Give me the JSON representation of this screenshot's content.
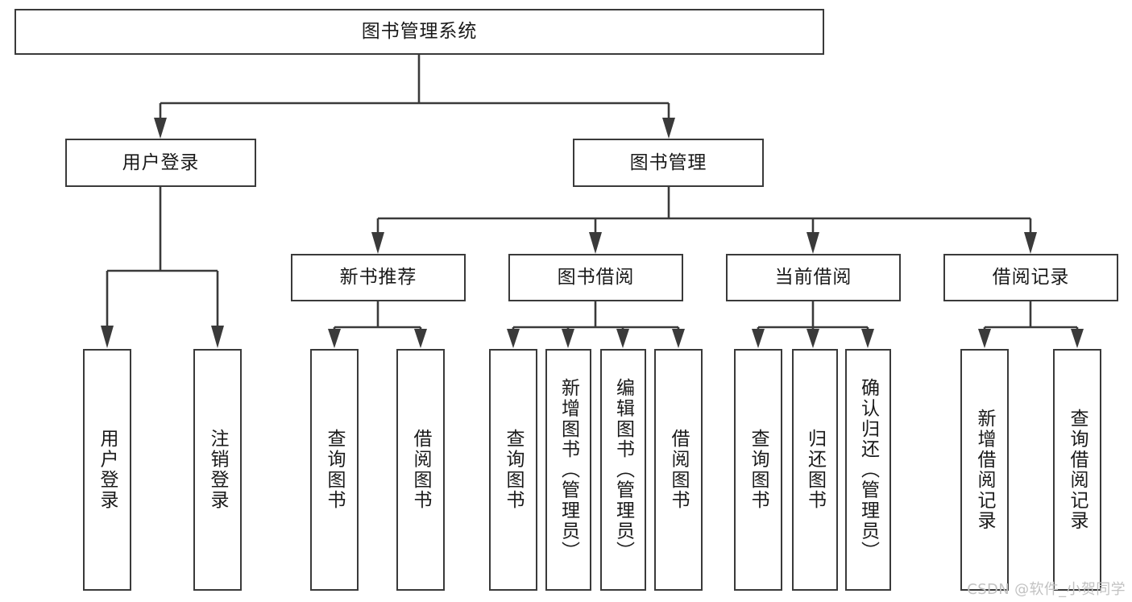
{
  "diagram": {
    "type": "tree-hierarchy",
    "title": "图书管理系统",
    "orientation": "top-down",
    "watermark": "CSDN @软件_小贺同学",
    "colors": {
      "box_border": "#3a3a3a",
      "box_fill": "#ffffff",
      "connector": "#3a3a3a",
      "text": "#1a1a1a",
      "watermark": "#c2c2c2",
      "background": "#ffffff"
    },
    "nodes": {
      "root": {
        "label": "图书管理系统"
      },
      "level2": [
        {
          "label": "用户登录"
        },
        {
          "label": "图书管理"
        }
      ],
      "level3": [
        {
          "label": "新书推荐"
        },
        {
          "label": "图书借阅"
        },
        {
          "label": "当前借阅"
        },
        {
          "label": "借阅记录"
        }
      ],
      "leaves_user_login": [
        {
          "label": "用户登录"
        },
        {
          "label": "注销登录"
        }
      ],
      "leaves_new_book": [
        {
          "label": "查询图书"
        },
        {
          "label": "借阅图书"
        }
      ],
      "leaves_borrow": [
        {
          "label": "查询图书"
        },
        {
          "label": "新增图书（管理员）"
        },
        {
          "label": "编辑图书（管理员）"
        },
        {
          "label": "借阅图书"
        }
      ],
      "leaves_current": [
        {
          "label": "查询图书"
        },
        {
          "label": "归还图书"
        },
        {
          "label": "确认归还（管理员）"
        }
      ],
      "leaves_records": [
        {
          "label": "新增借阅记录"
        },
        {
          "label": "查询借阅记录"
        }
      ]
    }
  }
}
